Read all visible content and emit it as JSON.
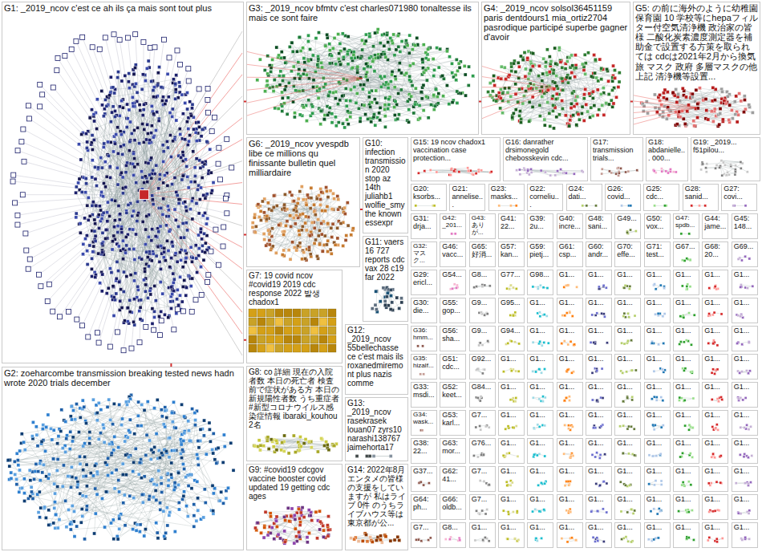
{
  "diagram": {
    "nodes": [
      {
        "text": [
          "G1: _2019_ncov c'est ce ah ils ça mais sont tout plus"
        ]
      },
      {
        "text": [
          "G2: zoeharcombe transmission breaking tested news hadn wrote 2020 trials december"
        ]
      },
      {
        "text": [
          "G3: _2019_ncov bfmtv c'est charles071980 tonaltesse ils mais ce sont faire"
        ]
      },
      {
        "text": [
          "G4: _2019_ncov solsol36451159 paris dentdours1 mia_ortiz2704 pasrodique participé superbe gagner d'avoir"
        ]
      },
      {
        "text": [
          "G5: の前に海外のように幼稚園 保育園 10 学校等にhepaフィルター付空気清浄機 政治家の皆様 二酸化炭素濃度測定器を補助金で設置する方策を取られては cdcは2021年2月から換気 旅 マスク 政府 多層マスクの他上記 清浄機等設置..."
        ]
      },
      {
        "text": [
          "G6: _2019_ncov yvespdb libe ce millions qu finissante bulletin quel milliardaire"
        ]
      },
      {
        "text": [
          "G7: 19 covid ncov #covid19 2019 cdc response 2022 발생 chadox1"
        ]
      },
      {
        "text": [
          "G8: co 詳細 現在の入院者数 本日の死亡者 検査前で症状がある方 本日の新規陽性者数 うち重症者 #新型コロナウイルス感染症情報 ibaraki_kouhou 2名"
        ]
      },
      {
        "text": [
          "G9: #covid19 cdcgov vaccine booster covid updated 19 getting cdc ages"
        ]
      },
      {
        "text": [
          "G10: infection transmission 2020 stop az 14th juliahb1 wolfie_smythe known essexpr"
        ]
      },
      {
        "text": [
          "G11: vaers 16 727 reports cdc vax 28 c19 far 2022"
        ]
      },
      {
        "text": [
          "G12: _2019_ncov 55bellechasse ce c'est mais ils roxanedmiremont plus nazis comme"
        ]
      },
      {
        "text": [
          "G13: _2019_ncov rasekrasek louan07 zyrs10 narashi138767 jaimehorta17"
        ]
      },
      {
        "text": [
          "G14: 2022年8月 エンタメの皆様の支援をしていますが 私はライブ 0件 のうちライブハウス等は 東京都が公..."
        ]
      },
      {
        "text": [
          "G15: 19 ncov chadox1 vaccination case protection..."
        ]
      },
      {
        "text": [
          "G16: danrather drsimonegold chebosskevin cdc..."
        ]
      },
      {
        "text": [
          "G17: transmission trials..."
        ]
      },
      {
        "text": [
          "G18: abdanielle... 000..."
        ]
      },
      {
        "text": [
          "G19: _2019... f51pilou..."
        ]
      },
      {
        "text": [
          "G20: ksorbs..."
        ]
      },
      {
        "text": [
          "G21: annelise..."
        ]
      },
      {
        "text": [
          "G23: masks..."
        ]
      },
      {
        "text": [
          "G22: corneliu..."
        ]
      },
      {
        "text": [
          "G24: dati..."
        ]
      },
      {
        "text": [
          "G26: covid..."
        ]
      },
      {
        "text": [
          "G25: cdc..."
        ]
      },
      {
        "text": [
          "G28: sanid..."
        ]
      },
      {
        "text": [
          "G27: covi..."
        ]
      },
      {
        "text": [
          "G31: drja..."
        ]
      },
      {
        "text": [
          "G42: _201..."
        ]
      },
      {
        "text": [
          "G43: ありが..."
        ]
      },
      {
        "text": [
          "G41: 22..."
        ]
      },
      {
        "text": [
          "G39: 2u..."
        ]
      },
      {
        "text": [
          "G40: incre..."
        ]
      },
      {
        "text": [
          "G48: sani..."
        ]
      },
      {
        "text": [
          "G49..."
        ]
      },
      {
        "text": [
          "G50: vox..."
        ]
      },
      {
        "text": [
          "G47: spdb..."
        ]
      },
      {
        "text": [
          "G44: jame..."
        ]
      },
      {
        "text": [
          "G45: 148..."
        ]
      },
      {
        "text": [
          "G32: マスク..."
        ]
      },
      {
        "text": [
          "G46: vacc..."
        ]
      },
      {
        "text": [
          "G65: 好消..."
        ]
      },
      {
        "text": [
          "G57: kan..."
        ]
      },
      {
        "text": [
          "G59: pietj..."
        ]
      },
      {
        "text": [
          "G61: csp..."
        ]
      },
      {
        "text": [
          "G60: andr..."
        ]
      },
      {
        "text": [
          "G70: effe..."
        ]
      },
      {
        "text": [
          "G71: test..."
        ]
      },
      {
        "text": [
          "G67..."
        ]
      },
      {
        "text": [
          "G68: 20..."
        ]
      },
      {
        "text": [
          "G69..."
        ]
      },
      {
        "text": [
          "G29: ericl..."
        ]
      },
      {
        "text": [
          "G54..."
        ]
      },
      {
        "text": [
          "G8..."
        ]
      },
      {
        "text": [
          "G77..."
        ]
      },
      {
        "text": [
          "G98..."
        ]
      },
      {
        "text": [
          "G1..."
        ]
      },
      {
        "text": [
          "G1..."
        ]
      },
      {
        "text": [
          "G1..."
        ]
      },
      {
        "text": [
          "G1..."
        ]
      },
      {
        "text": [
          "G1..."
        ]
      },
      {
        "text": [
          "G1..."
        ]
      },
      {
        "text": [
          "G1..."
        ]
      },
      {
        "text": [
          "G30: die..."
        ]
      },
      {
        "text": [
          "G55: gop..."
        ]
      },
      {
        "text": [
          "G9..."
        ]
      },
      {
        "text": [
          "G95..."
        ]
      },
      {
        "text": [
          "G1..."
        ]
      },
      {
        "text": [
          "G1..."
        ]
      },
      {
        "text": [
          "G1..."
        ]
      },
      {
        "text": [
          "G1..."
        ]
      },
      {
        "text": [
          "G1..."
        ]
      },
      {
        "text": [
          "G1..."
        ]
      },
      {
        "text": [
          "G1..."
        ]
      },
      {
        "text": [
          "G1..."
        ]
      },
      {
        "text": [
          "G36: hmm..."
        ]
      },
      {
        "text": [
          "G56: sha..."
        ]
      },
      {
        "text": [
          "G9..."
        ]
      },
      {
        "text": [
          "G94..."
        ]
      },
      {
        "text": [
          "G1..."
        ]
      },
      {
        "text": [
          "G1..."
        ]
      },
      {
        "text": [
          "G1..."
        ]
      },
      {
        "text": [
          "G1..."
        ]
      },
      {
        "text": [
          "G1..."
        ]
      },
      {
        "text": [
          "G1..."
        ]
      },
      {
        "text": [
          "G1..."
        ]
      },
      {
        "text": [
          "G1..."
        ]
      },
      {
        "text": [
          "G35: hizalf..."
        ]
      },
      {
        "text": [
          "G51: cdc..."
        ]
      },
      {
        "text": [
          "G92..."
        ]
      },
      {
        "text": [
          "G1..."
        ]
      },
      {
        "text": [
          "G1..."
        ]
      },
      {
        "text": [
          "G1..."
        ]
      },
      {
        "text": [
          "G1..."
        ]
      },
      {
        "text": [
          "G1..."
        ]
      },
      {
        "text": [
          "G1..."
        ]
      },
      {
        "text": [
          "G1..."
        ]
      },
      {
        "text": [
          "G1..."
        ]
      },
      {
        "text": [
          "G1..."
        ]
      },
      {
        "text": [
          "G33: msdi..."
        ]
      },
      {
        "text": [
          "G52: keet..."
        ]
      },
      {
        "text": [
          "G84..."
        ]
      },
      {
        "text": [
          "G1..."
        ]
      },
      {
        "text": [
          "G1..."
        ]
      },
      {
        "text": [
          "G1..."
        ]
      },
      {
        "text": [
          "G1..."
        ]
      },
      {
        "text": [
          "G1..."
        ]
      },
      {
        "text": [
          "G1..."
        ]
      },
      {
        "text": [
          "G1..."
        ]
      },
      {
        "text": [
          "G1..."
        ]
      },
      {
        "text": [
          "G1..."
        ]
      },
      {
        "text": [
          "G34: wask..."
        ]
      },
      {
        "text": [
          "G53: karl..."
        ]
      },
      {
        "text": [
          "G7..."
        ]
      },
      {
        "text": [
          "G1..."
        ]
      },
      {
        "text": [
          "G1..."
        ]
      },
      {
        "text": [
          "G1..."
        ]
      },
      {
        "text": [
          "G1..."
        ]
      },
      {
        "text": [
          "G1..."
        ]
      },
      {
        "text": [
          "G1..."
        ]
      },
      {
        "text": [
          "G1..."
        ]
      },
      {
        "text": [
          "G1..."
        ]
      },
      {
        "text": [
          "G1..."
        ]
      },
      {
        "text": [
          "G38: 22..."
        ]
      },
      {
        "text": [
          "G63: mor..."
        ]
      },
      {
        "text": [
          "G76..."
        ]
      },
      {
        "text": [
          "G1..."
        ]
      },
      {
        "text": [
          "G1..."
        ]
      },
      {
        "text": [
          "G1..."
        ]
      },
      {
        "text": [
          "G1..."
        ]
      },
      {
        "text": [
          "G1..."
        ]
      },
      {
        "text": [
          "G1..."
        ]
      },
      {
        "text": [
          "G1..."
        ]
      },
      {
        "text": [
          "G1..."
        ]
      },
      {
        "text": [
          "G1..."
        ]
      },
      {
        "text": [
          "G37..."
        ]
      },
      {
        "text": [
          "G62: 41..."
        ]
      },
      {
        "text": [
          "G7..."
        ]
      },
      {
        "text": [
          "G1..."
        ]
      },
      {
        "text": [
          "G1..."
        ]
      },
      {
        "text": [
          "G1..."
        ]
      },
      {
        "text": [
          "G1..."
        ]
      },
      {
        "text": [
          "G1..."
        ]
      },
      {
        "text": [
          "G1..."
        ]
      },
      {
        "text": [
          "G1..."
        ]
      },
      {
        "text": [
          "G1..."
        ]
      },
      {
        "text": [
          "G1..."
        ]
      },
      {
        "text": [
          "G64: ph..."
        ]
      },
      {
        "text": [
          "G66: oldb..."
        ]
      },
      {
        "text": [
          "G7..."
        ]
      },
      {
        "text": [
          "G1..."
        ]
      },
      {
        "text": [
          "G1..."
        ]
      },
      {
        "text": [
          "G1..."
        ]
      },
      {
        "text": [
          "G1..."
        ]
      },
      {
        "text": [
          "G1..."
        ]
      },
      {
        "text": [
          "G1..."
        ]
      },
      {
        "text": [
          "G1..."
        ]
      },
      {
        "text": [
          "G1..."
        ]
      },
      {
        "text": [
          "G1..."
        ]
      },
      {
        "text": [
          "G7..."
        ]
      },
      {
        "text": [
          "G8..."
        ]
      },
      {
        "text": [
          "G1..."
        ]
      },
      {
        "text": [
          "G1..."
        ]
      },
      {
        "text": [
          "G1..."
        ]
      },
      {
        "text": [
          "G1..."
        ]
      },
      {
        "text": [
          "G1..."
        ]
      },
      {
        "text": [
          "G1..."
        ]
      },
      {
        "text": [
          "G1..."
        ]
      },
      {
        "text": [
          "G1..."
        ]
      },
      {
        "text": [
          "G1..."
        ]
      },
      {
        "text": [
          "G1..."
        ]
      }
    ],
    "edges": [
      {
        "from": 0,
        "to": 2,
        "arrow": "none"
      },
      {
        "from": 0,
        "to": 5,
        "arrow": "none"
      },
      {
        "from": 0,
        "to": 6,
        "arrow": "none"
      },
      {
        "from": 0,
        "to": 1,
        "arrow": "none"
      },
      {
        "from": 2,
        "to": 3,
        "arrow": "none"
      },
      {
        "from": 3,
        "to": 4,
        "arrow": "none"
      },
      {
        "from": 5,
        "to": 9,
        "arrow": "none"
      }
    ]
  }
}
